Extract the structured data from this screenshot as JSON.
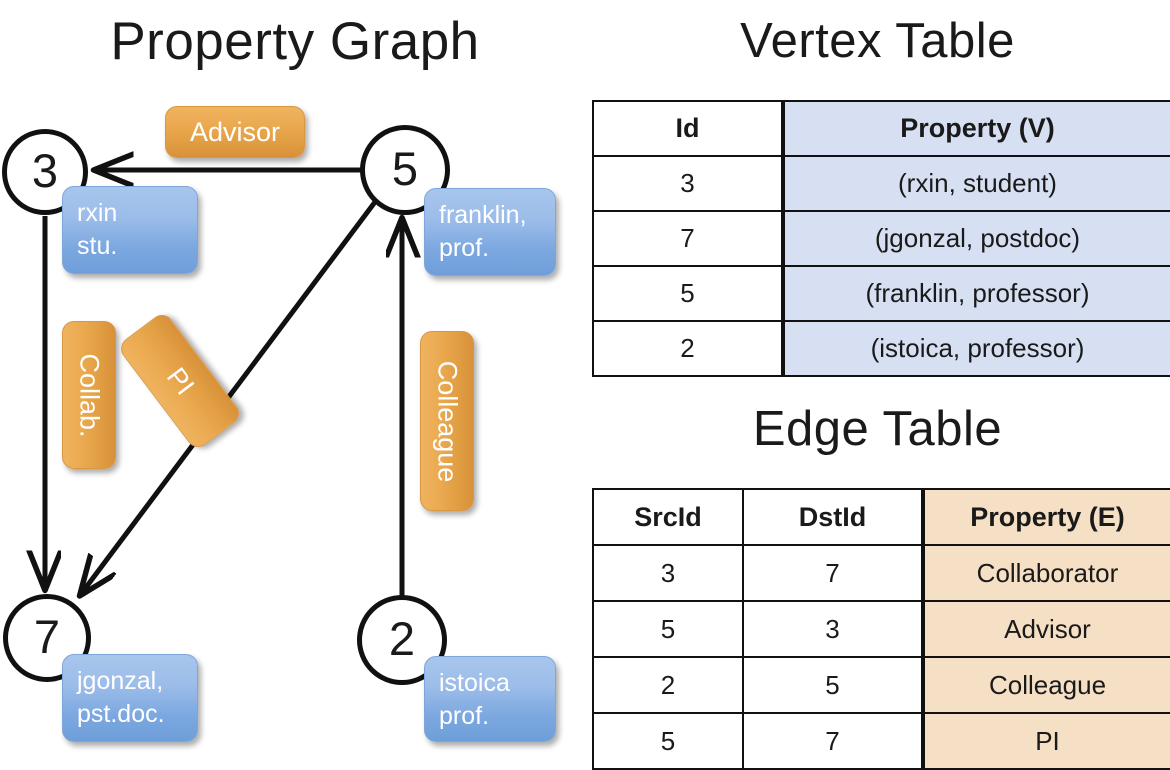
{
  "titles": {
    "property_graph": "Property Graph",
    "vertex_table": "Vertex Table",
    "edge_table": "Edge Table"
  },
  "graph": {
    "nodes": [
      {
        "id": "3",
        "label": "3",
        "property_lines": [
          "rxin",
          "stu."
        ]
      },
      {
        "id": "5",
        "label": "5",
        "property_lines": [
          "franklin,",
          "prof."
        ]
      },
      {
        "id": "7",
        "label": "7",
        "property_lines": [
          "jgonzal,",
          "pst.doc."
        ]
      },
      {
        "id": "2",
        "label": "2",
        "property_lines": [
          "istoica",
          "prof."
        ]
      }
    ],
    "edge_labels": [
      {
        "name": "advisor",
        "text": "Advisor"
      },
      {
        "name": "collab",
        "text": "Collab."
      },
      {
        "name": "pi",
        "text": "PI"
      },
      {
        "name": "colleague",
        "text": "Colleague"
      }
    ],
    "edges": [
      {
        "src": "5",
        "dst": "3",
        "label": "Advisor"
      },
      {
        "src": "3",
        "dst": "7",
        "label": "Collab."
      },
      {
        "src": "5",
        "dst": "7",
        "label": "PI"
      },
      {
        "src": "2",
        "dst": "5",
        "label": "Colleague"
      }
    ]
  },
  "vertex_table": {
    "headers": [
      "Id",
      "Property (V)"
    ],
    "rows": [
      {
        "id": "3",
        "property": "(rxin, student)"
      },
      {
        "id": "7",
        "property": "(jgonzal, postdoc)"
      },
      {
        "id": "5",
        "property": "(franklin, professor)"
      },
      {
        "id": "2",
        "property": "(istoica, professor)"
      }
    ]
  },
  "edge_table": {
    "headers": [
      "SrcId",
      "DstId",
      "Property (E)"
    ],
    "rows": [
      {
        "src": "3",
        "dst": "7",
        "property": "Collaborator"
      },
      {
        "src": "5",
        "dst": "3",
        "property": "Advisor"
      },
      {
        "src": "2",
        "dst": "5",
        "property": "Colleague"
      },
      {
        "src": "5",
        "dst": "7",
        "property": "PI"
      }
    ]
  },
  "colors": {
    "vertex_fill": "#d6e0f2",
    "edge_fill": "#f5dfc5",
    "node_box_blue": "#7ca8e0",
    "edge_label_orange": "#eaa94f",
    "stroke": "#111111"
  }
}
